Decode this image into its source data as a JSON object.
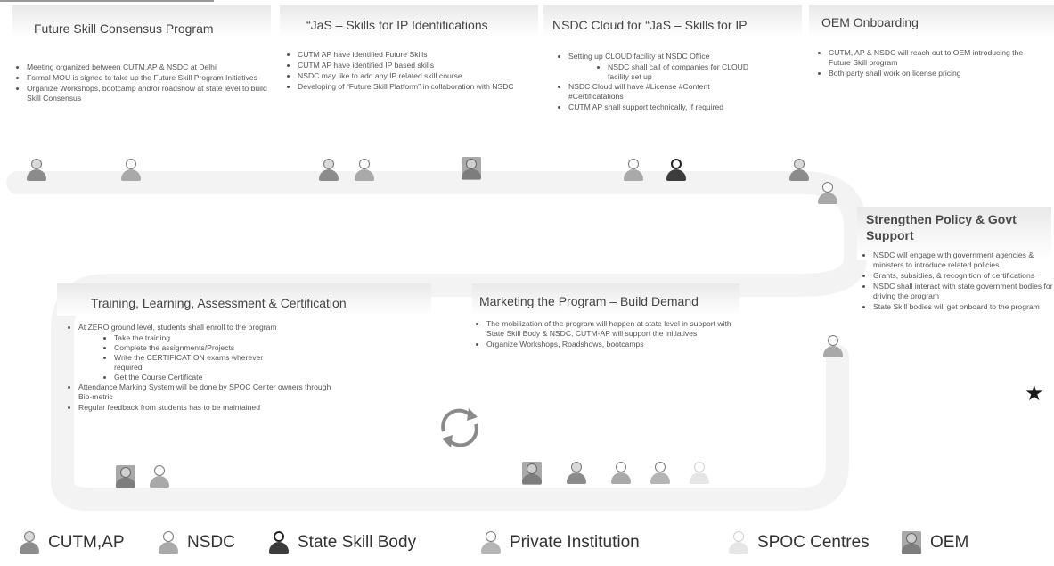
{
  "boxes": {
    "future_skill": {
      "title": "Future Skill Consensus Program",
      "bullets": [
        "Meeting organized between CUTM,AP & NSDC at Delhi",
        "Formal MOU is signed to take up the Future Skill Program Initiatives",
        "Organize Workshops, bootcamp and/or roadshow at state level to build Skill Consensus"
      ]
    },
    "jas_skills": {
      "title": "“JaS – Skills for IP Identifications",
      "bullets": [
        "CUTM AP have identified Future Skills",
        "CUTM AP have identified IP based skills",
        "NSDC may like to add any IP related skill course",
        "Developing of “Future Skill Platform” in collaboration with NSDC"
      ]
    },
    "nsdc_cloud": {
      "title": "NSDC Cloud for “JaS – Skills for IP",
      "bullet1": "Setting up CLOUD facility at NSDC Office",
      "sub1": "NSDC shall call of companies for CLOUD facility set up",
      "bullets_rest": [
        "NSDC Cloud will have #License #Content #Certificatations",
        "CUTM AP shall support technically, if required"
      ]
    },
    "oem": {
      "title": "OEM Onboarding",
      "bullets": [
        "CUTM, AP & NSDC will reach out to OEM introducing the Future Skill program",
        "Both party shall work on license pricing"
      ]
    },
    "policy": {
      "title": "Strengthen Policy & Govt Support",
      "bullets": [
        "NSDC will engage with government agencies & ministers to introduce related policies",
        "Grants, subsidies, & recognition of certifications",
        "NSDC shall interact with state government bodies for driving the program",
        "State Skill bodies will get onboard to the program"
      ]
    },
    "training": {
      "title": "Training, Learning, Assessment & Certification",
      "bullet1": "At ZERO ground level, students shall enroll to the program",
      "subs": [
        "Take the training",
        "Complete the assignments/Projects",
        "Write the CERTIFICATION exams wherever required",
        "Get the Course Certificate"
      ],
      "bullets_rest": [
        "Attendance Marking System will be done by SPOC Center owners through Bio-metric",
        "Regular feedback from students has to be maintained"
      ]
    },
    "marketing": {
      "title": "Marketing the Program – Build Demand",
      "bullets": [
        "The mobilization of the program will happen at state level in support with State Skill Body & NSDC, CUTM-AP will support the initiatives",
        "Organize Workshops, Roadshows, bootcamps"
      ]
    }
  },
  "legend": {
    "cutm": "CUTM,AP",
    "nsdc": "NSDC",
    "state": "State Skill Body",
    "private": "Private Institution",
    "spoc": "SPOC Centres",
    "oem": "OEM"
  },
  "colors": {
    "header_gradient": "#e9e9e9",
    "text": "#3a3a3a",
    "path": "#f2f2f2"
  }
}
